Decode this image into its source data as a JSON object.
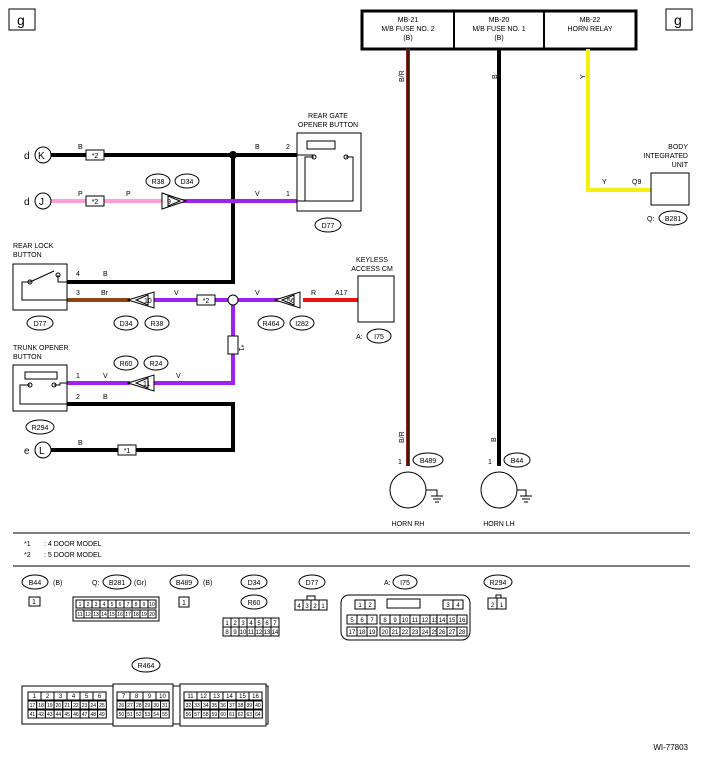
{
  "page_refs": {
    "left": "g",
    "right": "g"
  },
  "fuses": [
    {
      "name": "MB-21",
      "desc": "M/B FUSE NO. 2",
      "box": "(B)"
    },
    {
      "name": "MB-20",
      "desc": "M/B FUSE NO. 1",
      "box": "(B)"
    },
    {
      "name": "MB-22",
      "desc": "HORN RELAY",
      "box": ""
    }
  ],
  "terminals": {
    "k": "K",
    "j": "J",
    "l": "L",
    "d1": "d",
    "d2": "d",
    "e": "e"
  },
  "components": {
    "rear_gate": {
      "line1": "REAR GATE",
      "line2": "OPENER BUTTON",
      "connector": "D77",
      "pin_top": "2",
      "pin_bottom": "1"
    },
    "rear_lock": {
      "line1": "REAR LOCK",
      "line2": "BUTTON",
      "connector": "D77",
      "pin_top": "4",
      "pin_bottom": "3"
    },
    "trunk": {
      "line1": "TRUNK OPENER",
      "line2": "BUTTON",
      "connector": "R294",
      "pin_top": "1",
      "pin_bottom": "2"
    },
    "keyless": {
      "line1": "KEYLESS",
      "line2": "ACCESS CM",
      "label": "A:",
      "connector": "I75",
      "pin": "A17"
    },
    "body": {
      "line1": "BODY",
      "line2": "INTEGRATED",
      "line3": "UNIT",
      "label": "Q:",
      "connector": "B281",
      "pin": "Q9"
    },
    "horn_rh": {
      "name": "HORN RH",
      "connector": "B489",
      "pin": "1"
    },
    "horn_lh": {
      "name": "HORN LH",
      "connector": "B44",
      "pin": "1"
    }
  },
  "connectors": {
    "c9": "9",
    "c10": "10",
    "c11": "11",
    "c56": "56"
  },
  "connector_ovals": {
    "r38a": "R38",
    "d34a": "D34",
    "d34b": "D34",
    "r38b": "R38",
    "r60": "R60",
    "r24": "R24",
    "r464": "R464",
    "i282": "I282"
  },
  "wire_colors": {
    "k_b1": "B",
    "k_b2": "B",
    "j_p1": "P",
    "j_p2": "P",
    "j_v": "V",
    "rl_b": "B",
    "rl_br": "Br",
    "rl_v": "V",
    "rl_v2": "V",
    "keyless_r": "R",
    "t_v1": "V",
    "t_v2": "V",
    "t_b1": "B",
    "e_b": "B",
    "fuse1": "B/R",
    "fuse2": "B",
    "fuse3": "Y",
    "body_y": "Y",
    "horn_rh": "B/R",
    "horn_lh": "B"
  },
  "model_marks": {
    "m1": "*1",
    "m2": "*2"
  },
  "notes": [
    {
      "mark": "*1",
      "text": ": 4 DOOR MODEL"
    },
    {
      "mark": "*2",
      "text": ": 5 DOOR MODEL"
    }
  ],
  "connector_views": {
    "b44": {
      "name": "B44",
      "color": "(B)",
      "pins": [
        "1"
      ]
    },
    "b281": {
      "prefix": "Q:",
      "name": "B281",
      "color": "(Gr)",
      "row1": [
        "1",
        "2",
        "3",
        "4",
        "5",
        "6",
        "7",
        "8",
        "9",
        "10"
      ],
      "row2": [
        "11",
        "12",
        "13",
        "14",
        "15",
        "16",
        "17",
        "18",
        "19",
        "20"
      ]
    },
    "b489": {
      "name": "B489",
      "color": "(B)",
      "pins": [
        "1"
      ]
    },
    "d34": {
      "name": "D34",
      "name2": "R60",
      "row1": [
        "1",
        "2",
        "3",
        "4",
        "5",
        "6",
        "7"
      ],
      "row2": [
        "8",
        "9",
        "10",
        "11",
        "12",
        "13",
        "14"
      ]
    },
    "d77": {
      "name": "D77",
      "pins": [
        "4",
        "3",
        "2",
        "1"
      ]
    },
    "i75": {
      "prefix": "A:",
      "name": "I75",
      "row1a": [
        "1",
        "2"
      ],
      "row1b": [
        "3",
        "4"
      ],
      "row2a": [
        "5",
        "6",
        "7"
      ],
      "row2b": [
        "8",
        "9",
        "10",
        "11",
        "12",
        "13"
      ],
      "row2c": [
        "14",
        "15",
        "16"
      ],
      "row3a": [
        "17",
        "18",
        "19"
      ],
      "row3b": [
        "20",
        "21",
        "22",
        "23",
        "24",
        "25"
      ],
      "row3c": [
        "26",
        "27",
        "28"
      ]
    },
    "r294": {
      "name": "R294",
      "pins": [
        "2",
        "1"
      ]
    },
    "r464": {
      "name": "R464",
      "g1r1": [
        "1",
        "2",
        "3",
        "4",
        "5",
        "6"
      ],
      "g1r2": [
        "17",
        "18",
        "19",
        "20",
        "21",
        "22",
        "23",
        "24",
        "25"
      ],
      "g1r3": [
        "41",
        "42",
        "43",
        "44",
        "45",
        "46",
        "47",
        "48",
        "49"
      ],
      "g2r1": [
        "7",
        "8",
        "9",
        "10"
      ],
      "g2r2": [
        "26",
        "27",
        "28",
        "29",
        "30",
        "31"
      ],
      "g2r3": [
        "50",
        "51",
        "52",
        "53",
        "54",
        "55"
      ],
      "g3r1": [
        "11",
        "12",
        "13",
        "14",
        "15",
        "16"
      ],
      "g3r2": [
        "32",
        "33",
        "34",
        "35",
        "36",
        "37",
        "38",
        "39",
        "40"
      ],
      "g3r3": [
        "56",
        "57",
        "58",
        "59",
        "60",
        "61",
        "62",
        "63",
        "64"
      ]
    }
  },
  "wiring_code": "WI-77803",
  "wire_palette": {
    "black": "#000000",
    "pink": "#ff9fd5",
    "violet": "#a020f0",
    "brown": "#8b4513",
    "red": "#ee1111",
    "yellow": "#f5ef10",
    "brown_red": "#8b2a1f"
  }
}
